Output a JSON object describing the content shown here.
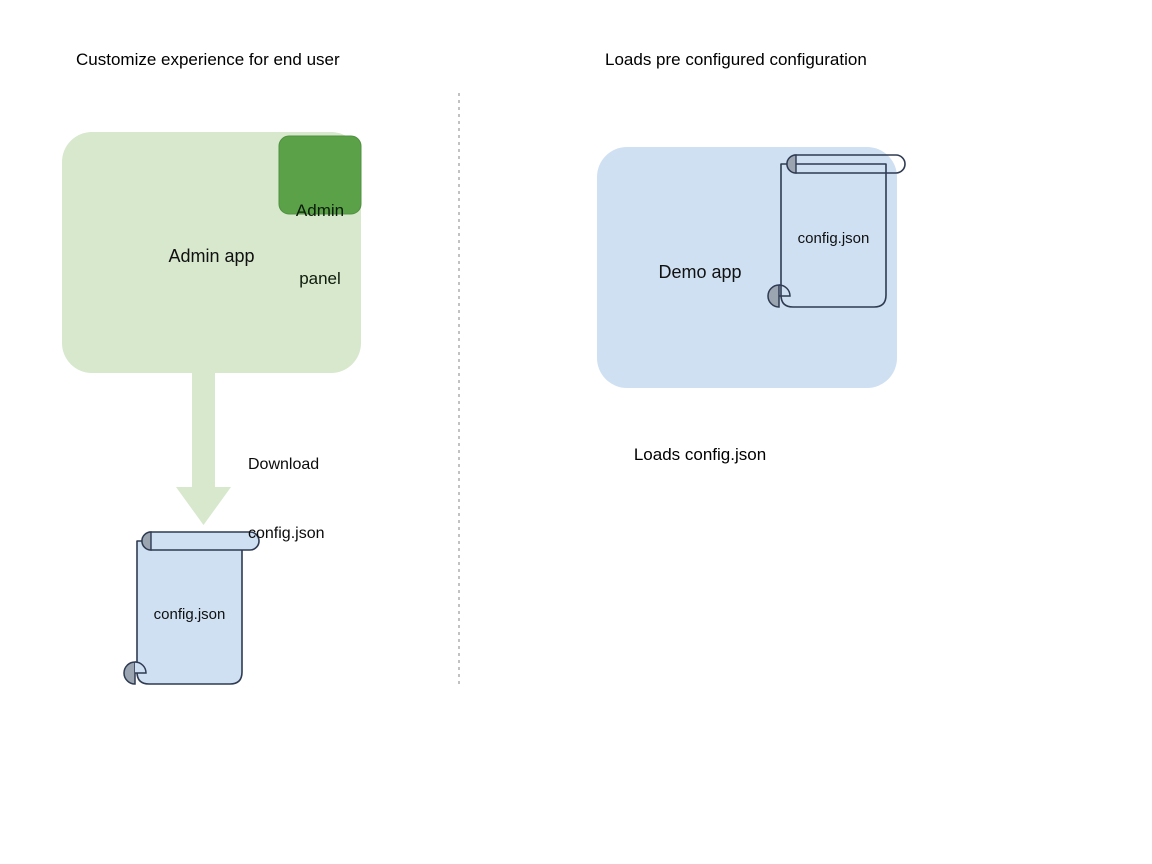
{
  "diagram": {
    "type": "flow-diagram",
    "background_color": "#ffffff",
    "headings": {
      "left": "Customize experience for end user",
      "right": "Loads pre configured configuration"
    },
    "divider": {
      "name": "vertical-dashed-divider",
      "style": "dashed",
      "color": "#9a9a9a"
    },
    "left_column": {
      "app_box": {
        "label": "Admin app",
        "fill": "#d7e8cd",
        "shape": "rounded-rectangle"
      },
      "panel_box": {
        "label_line1": "Admin",
        "label_line2": "panel",
        "fill": "#5ba147",
        "stroke": "#4e8f3d",
        "shape": "rounded-rectangle"
      },
      "arrow": {
        "label_line1": "Download",
        "label_line2": "config.json",
        "fill": "#d7e8cd",
        "direction": "down"
      },
      "document": {
        "label": "config.json",
        "fill": "#cfe0f3",
        "stroke": "#2f3b52",
        "curl_fill": "#9aa5b1"
      }
    },
    "right_column": {
      "app_box": {
        "label": "Demo app",
        "fill": "#cfe0f3",
        "shape": "rounded-rectangle"
      },
      "document": {
        "label": "config.json",
        "fill": "none",
        "stroke": "#2f3b52",
        "curl_fill": "#9aa5b1"
      },
      "caption": "Loads config.json"
    }
  }
}
